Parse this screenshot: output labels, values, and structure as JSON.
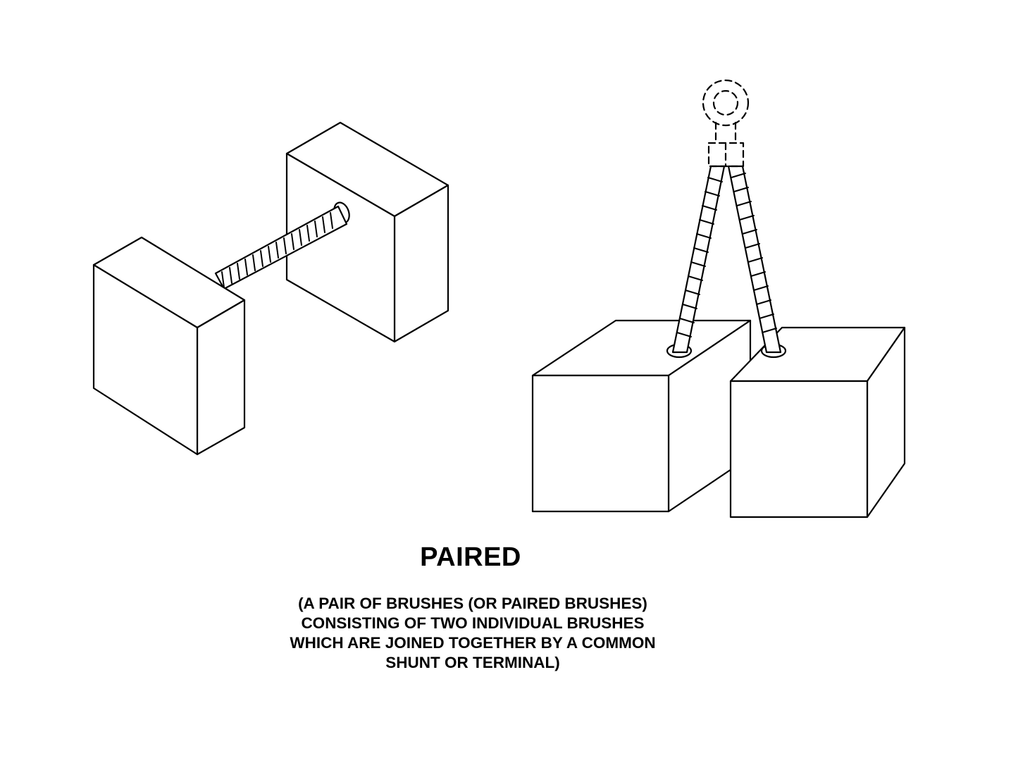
{
  "title": "PAIRED",
  "description_lines": [
    "(A PAIR OF BRUSHES (OR PAIRED BRUSHES)",
    "CONSISTING OF TWO INDIVIDUAL BRUSHES",
    "WHICH ARE JOINED TOGETHER BY A COMMON",
    "SHUNT OR TERMINAL)"
  ],
  "colors": {
    "line": "#000000",
    "background": "#ffffff"
  }
}
